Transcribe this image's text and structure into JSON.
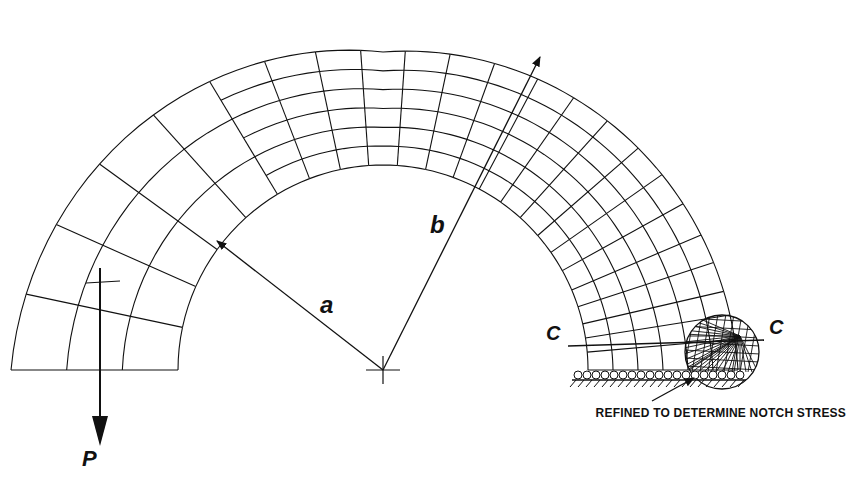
{
  "diagram": {
    "labels": [
      "a",
      "b",
      "P",
      "C",
      "C",
      "REFINED TO DETERMINE NOTCH STRESS"
    ]
  }
}
